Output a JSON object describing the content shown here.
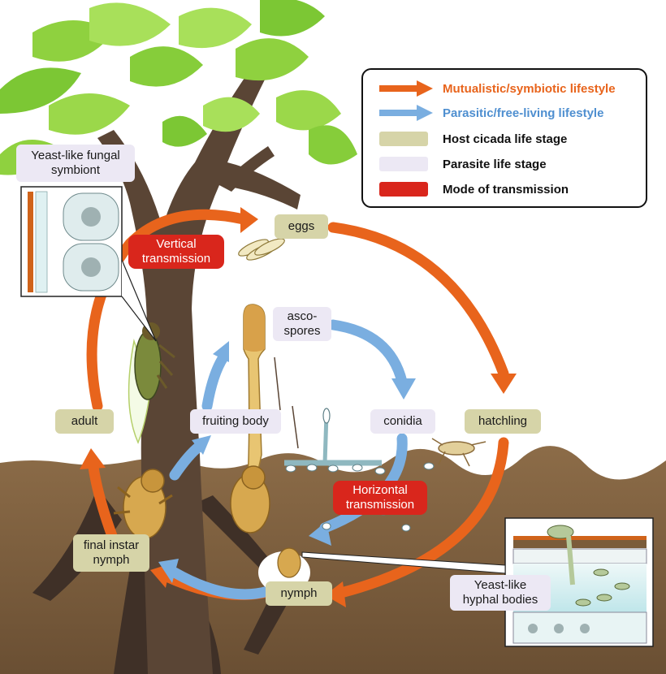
{
  "colors": {
    "mutualistic": "#e8641c",
    "parasitic": "#7aaee0",
    "host_stage": "#d6d4a8",
    "parasite_stage": "#ece8f4",
    "transmission": "#d9261c",
    "soil": "#7b5c3a",
    "leaf": "#8fd13f",
    "trunk": "#5a4535"
  },
  "legend": {
    "items": [
      {
        "kind": "arrow",
        "color": "#e8641c",
        "text_color": "#e8641c",
        "label": "Mutualistic/symbiotic lifestyle"
      },
      {
        "kind": "arrow",
        "color": "#7aaee0",
        "text_color": "#4f8fd0",
        "label": "Parasitic/free-living lifestyle"
      },
      {
        "kind": "swatch",
        "color": "#d6d4a8",
        "text_color": "#111111",
        "label": "Host cicada life stage"
      },
      {
        "kind": "swatch",
        "color": "#ece8f4",
        "text_color": "#111111",
        "label": "Parasite life stage"
      },
      {
        "kind": "swatch",
        "color": "#d9261c",
        "text_color": "#111111",
        "label": "Mode of transmission"
      }
    ]
  },
  "host_stages": {
    "eggs": "eggs",
    "hatchling": "hatchling",
    "nymph": "nymph",
    "final_instar": "final instar\nnymph",
    "adult": "adult"
  },
  "parasite_stages": {
    "ascospores": "asco-\nspores",
    "conidia": "conidia",
    "fruiting_body": "fruiting body"
  },
  "transmission": {
    "vertical": "Vertical\ntransmission",
    "horizontal": "Horizontal\ntransmission"
  },
  "insets": {
    "symbiont": "Yeast-like fungal\nsymbiont",
    "hyphal": "Yeast-like\nhyphal bodies"
  }
}
